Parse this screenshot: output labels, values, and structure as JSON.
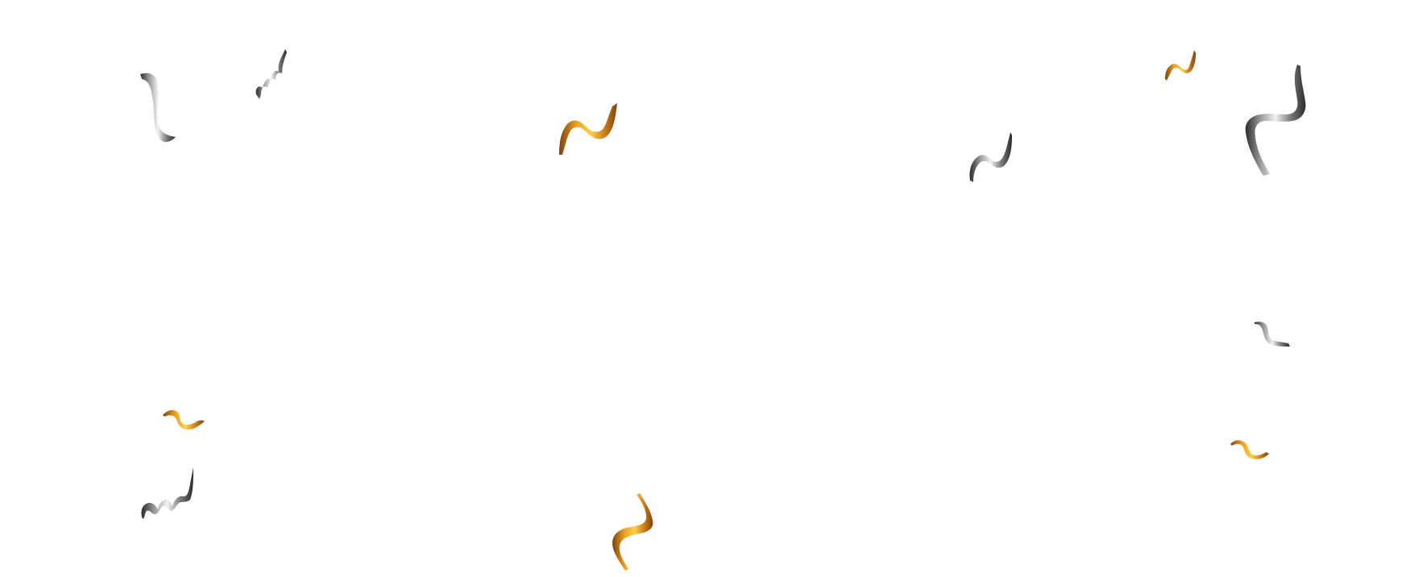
{
  "scene": {
    "background": "#ffffff",
    "description_colors": {
      "silver": {
        "light": "#f2f2f2",
        "mid": "#9a9a9a",
        "dark": "#2b2b2b"
      },
      "gold": {
        "light": "#ffcf4a",
        "mid": "#f0a020",
        "dark": "#7a4410"
      }
    },
    "ribbons": [
      {
        "name": "silver-ribbon-1",
        "color": "silver"
      },
      {
        "name": "silver-ribbon-2",
        "color": "silver"
      },
      {
        "name": "gold-ribbon-1",
        "color": "gold"
      },
      {
        "name": "silver-ribbon-3",
        "color": "silver"
      },
      {
        "name": "gold-ribbon-2",
        "color": "gold"
      },
      {
        "name": "silver-ribbon-4",
        "color": "silver"
      },
      {
        "name": "silver-ribbon-5",
        "color": "silver"
      },
      {
        "name": "gold-ribbon-3",
        "color": "gold"
      },
      {
        "name": "silver-ribbon-6",
        "color": "silver"
      },
      {
        "name": "gold-ribbon-4",
        "color": "gold"
      },
      {
        "name": "gold-ribbon-5",
        "color": "gold"
      }
    ]
  }
}
